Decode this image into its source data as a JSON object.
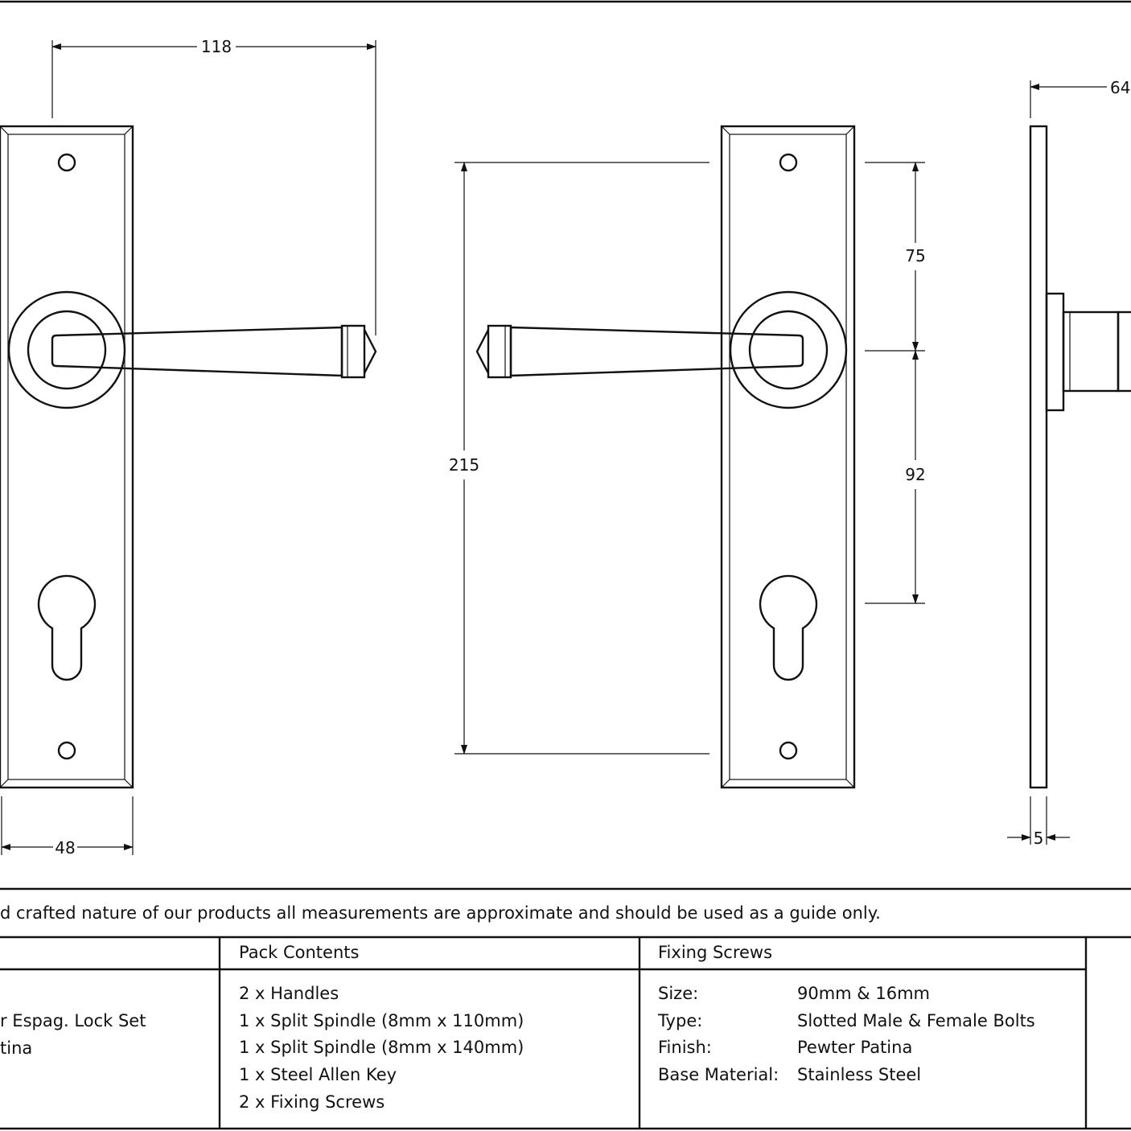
{
  "dimensions": {
    "overall_projection": "118",
    "plate_width": "48",
    "screw_centres": "215",
    "spindle_to_top_screw": "75",
    "spindle_to_keyhole": "92",
    "side_projection": "64",
    "plate_thickness": "5"
  },
  "note": "d crafted nature of our products all measurements are approximate and should be used as a guide only.",
  "table": {
    "col1": {
      "header": "",
      "lines": [
        "r Espag. Lock Set",
        "tina"
      ]
    },
    "pack_contents": {
      "header": "Pack Contents",
      "lines": [
        "2 x Handles",
        "1 x Split Spindle (8mm x 110mm)",
        "1 x Split Spindle (8mm x 140mm)",
        "1 x Steel Allen Key",
        "2 x Fixing Screws"
      ]
    },
    "fixing_screws": {
      "header": "Fixing Screws",
      "rows": [
        {
          "label": "Size:",
          "value": "90mm & 16mm"
        },
        {
          "label": "Type:",
          "value": "Slotted Male & Female Bolts"
        },
        {
          "label": "Finish:",
          "value": "Pewter Patina"
        },
        {
          "label": "Base Material:",
          "value": "Stainless Steel"
        }
      ]
    }
  }
}
